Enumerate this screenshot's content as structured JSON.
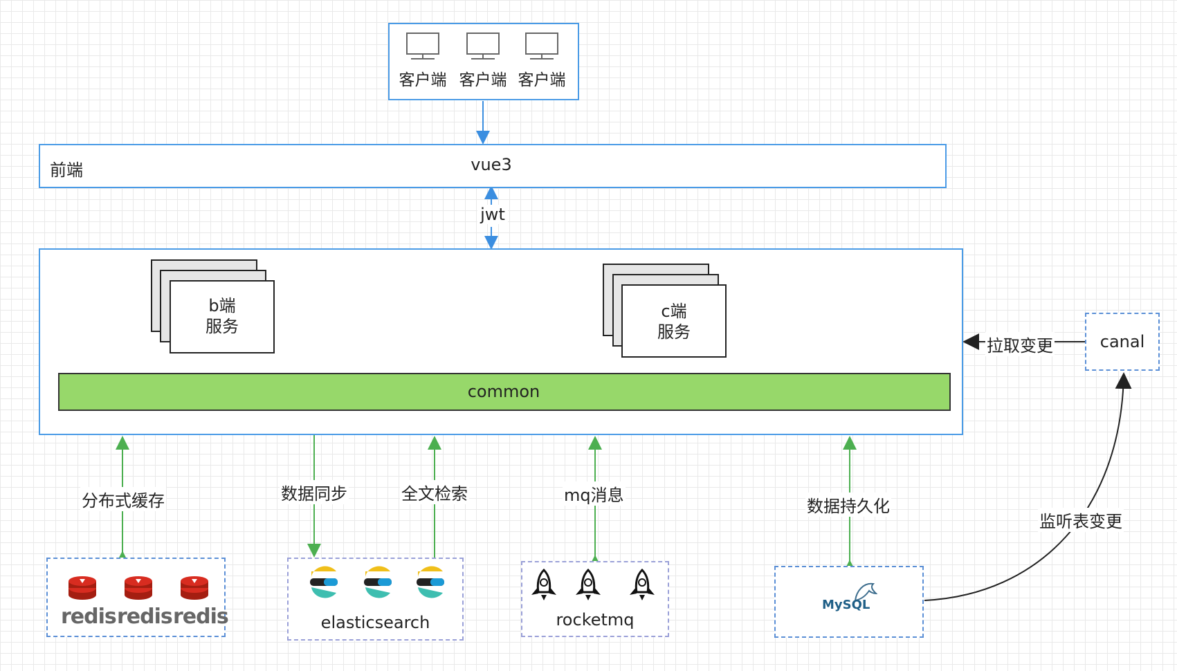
{
  "clients": {
    "labels": [
      "客户端",
      "客户端",
      "客户端"
    ]
  },
  "frontend": {
    "left_label": "前端",
    "center_label": "vue3"
  },
  "auth_edge": {
    "label": "jwt"
  },
  "services": {
    "b": {
      "line1": "b端",
      "line2": "服务"
    },
    "c": {
      "line1": "c端",
      "line2": "服务"
    },
    "common": "common"
  },
  "canal": {
    "label": "canal",
    "edge_label": "拉取变更"
  },
  "edges": {
    "cache": "分布式缓存",
    "sync": "数据同步",
    "search": "全文检索",
    "mq": "mq消息",
    "persist": "数据持久化",
    "listen": "监听表变更"
  },
  "redis": {
    "labels": [
      "redis",
      "redis",
      "redis"
    ]
  },
  "elasticsearch": {
    "label": "elasticsearch"
  },
  "rocketmq": {
    "label": "rocketmq"
  },
  "mysql": {
    "logo_text": "MySQL"
  },
  "colors": {
    "blue_edge": "#3b8ee0",
    "green_edge": "#4caf50",
    "common_fill": "#97d86a"
  }
}
